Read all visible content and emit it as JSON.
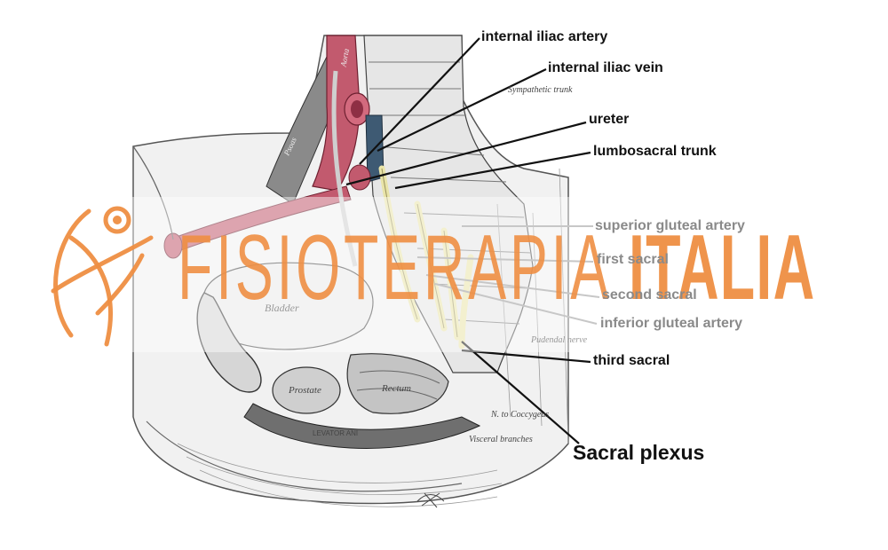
{
  "labels": {
    "internal_iliac_artery": "internal iliac artery",
    "internal_iliac_vein": "internal iliac vein",
    "ureter": "ureter",
    "lumbosacral_trunk": "lumbosacral trunk",
    "superior_gluteal_artery": "superior gluteal artery",
    "first_sacral": "first sacral",
    "second_sacral": "second sacral",
    "inferior_gluteal_artery": "inferior gluteal artery",
    "third_sacral": "third sacral",
    "sacral_plexus": "Sacral plexus"
  },
  "figure_text": {
    "sympathetic_trunk": "Sympathetic trunk",
    "bladder": "Bladder",
    "prostate": "Prostate",
    "rectum": "Rectum",
    "levator_ani": "LEVATOR ANI",
    "pudendal_nerve": "Pudendal nerve",
    "n_to_coccygeus": "N. to Coccygeus",
    "visceral_branches": "Visceral branches",
    "aorta": "Aorta",
    "psoas": "Psoas"
  },
  "watermark": {
    "brand_light": "FISIOTERAPIA",
    "brand_bold": "ITALIA",
    "brand_color": "#EE8E42"
  },
  "colors": {
    "artery": "#C25A6E",
    "vein": "#3E5A73",
    "nerve": "#E9E4A8",
    "leader_line": "#111111"
  }
}
